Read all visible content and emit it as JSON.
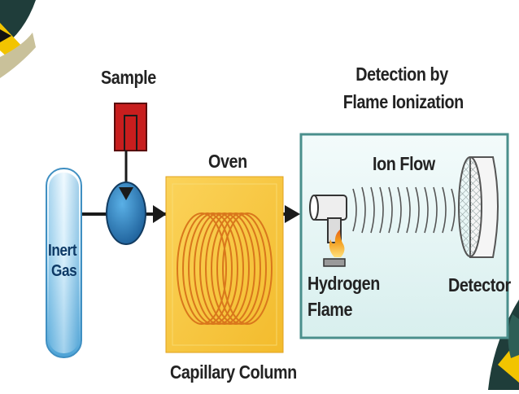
{
  "labels": {
    "sample": "Sample",
    "detection_line1": "Detection by",
    "detection_line2": "Flame Ionization",
    "oven": "Oven",
    "ion_flow": "Ion Flow",
    "inert_line1": "Inert",
    "inert_line2": "Gas",
    "hydrogen_line1": "Hydrogen",
    "hydrogen_line2": "Flame",
    "detector": "Detector",
    "capillary_column": "Capillary Column"
  },
  "colors": {
    "arrow": "#1a1a1a",
    "sample_box": "#c81e1e",
    "valve": "#2a7fc0",
    "gas_tube": "#9fd3f0",
    "oven_fill": "#f7c948",
    "coil": "#d9771c",
    "detection_frame": "#4a8f8c",
    "flame": "#f0a020",
    "corner_dark": "#1f3d3a",
    "corner_accent": "#f2c400"
  }
}
